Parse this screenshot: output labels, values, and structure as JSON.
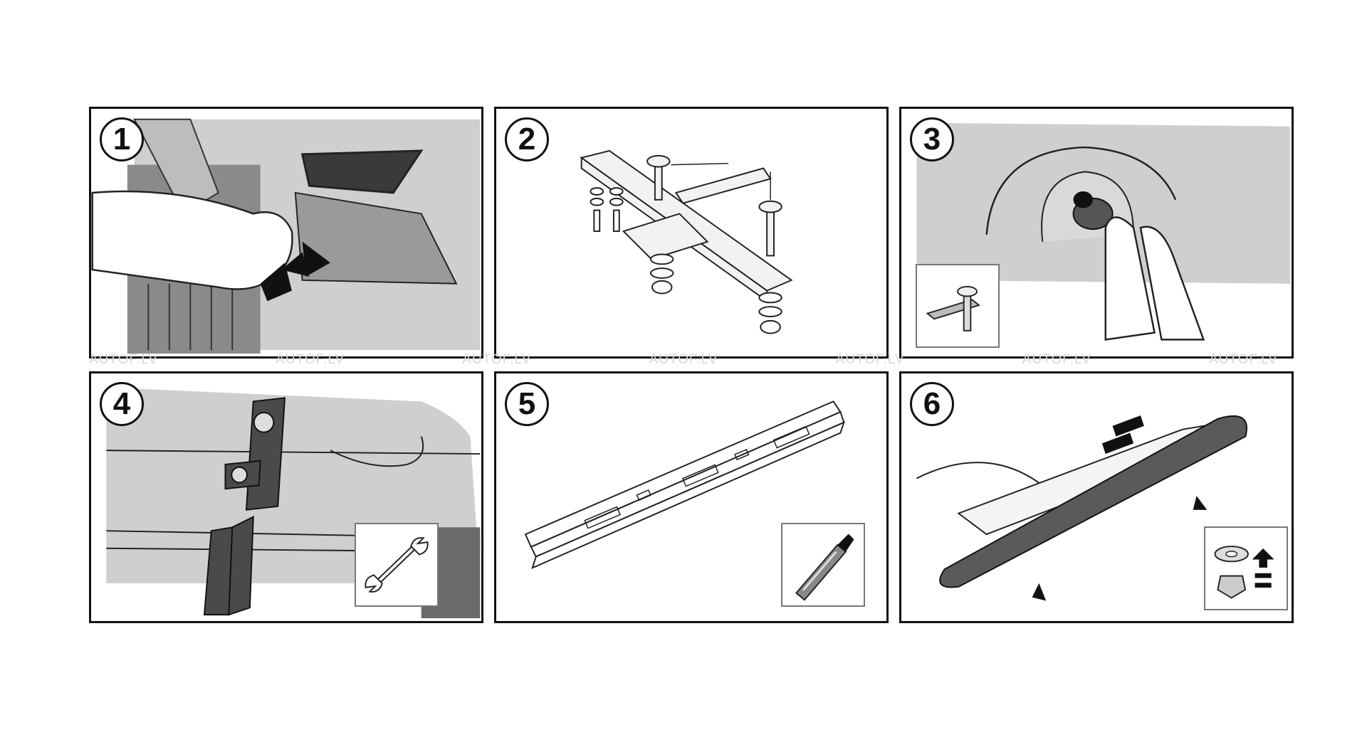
{
  "steps": [
    {
      "number": "1"
    },
    {
      "number": "2"
    },
    {
      "number": "3"
    },
    {
      "number": "4"
    },
    {
      "number": "5"
    },
    {
      "number": "6"
    }
  ],
  "watermark": [
    "AUTOF.LV",
    "AUTOF.LV",
    "AUTOF.LV",
    "AUTOF.LV",
    "AUTOF.LV",
    "AUTOF.LV",
    "AUTOF.LV"
  ],
  "icons": {
    "step1": "remove-plug-arrow",
    "step2": "mounting-bracket-bolts",
    "step3": "rubber-plug-removal",
    "step4": "wrench-icon",
    "step5": "utility-knife-icon",
    "step6": "washer-nut-icon"
  },
  "colors": {
    "shade": "#cfcfcf",
    "dark": "#4a4a4a",
    "line": "#222222"
  }
}
